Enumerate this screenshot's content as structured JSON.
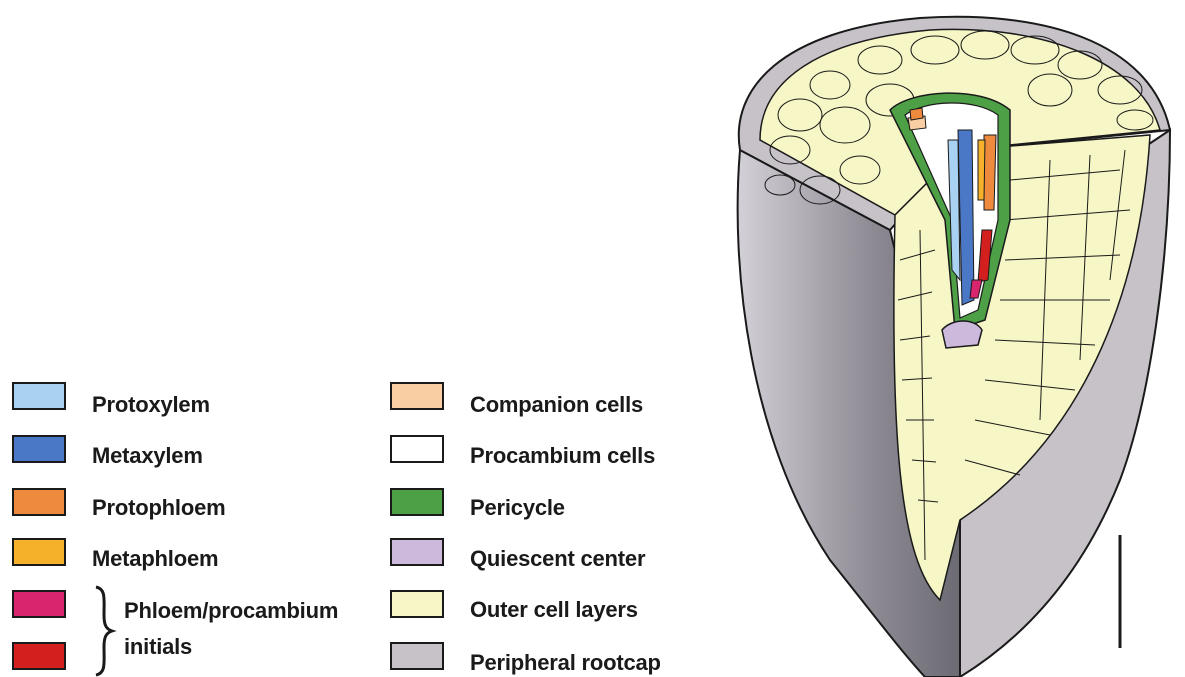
{
  "legend": {
    "left_column": [
      {
        "label": "Protoxylem",
        "color": "#a9d2f2",
        "icon": "swatch"
      },
      {
        "label": "Metaxylem",
        "color": "#4a78c6",
        "icon": "swatch"
      },
      {
        "label": "Protophloem",
        "color": "#ee8a3e",
        "icon": "swatch"
      },
      {
        "label": "Metaphloem",
        "color": "#f6b12b",
        "icon": "swatch"
      }
    ],
    "initials_group": {
      "label_line1": "Phloem/procambium",
      "label_line2": "initials",
      "colors": [
        "#d8256e",
        "#d41f1f"
      ]
    },
    "right_column": [
      {
        "label": "Companion cells",
        "color": "#f8cea2"
      },
      {
        "label": "Procambium cells",
        "color": "#ffffff"
      },
      {
        "label": "Pericycle",
        "color": "#4ea046"
      },
      {
        "label": "Quiescent center",
        "color": "#cdb9dc"
      },
      {
        "label": "Outer cell layers",
        "color": "#f6f6c6"
      },
      {
        "label": "Peripheral rootcap",
        "color": "#c6c2c8"
      }
    ]
  },
  "diagram": {
    "colors": {
      "rootcap_light": "#c6c2c8",
      "rootcap_dark": "#7a7880",
      "outer": "#f6f6c6",
      "pericycle": "#4ea046",
      "procambium": "#ffffff",
      "protoxylem": "#a9d2f2",
      "metaxylem": "#4a78c6",
      "protophloem": "#ee8a3e",
      "metaphloem": "#f6b12b",
      "companion": "#f8cea2",
      "initial_pink": "#d8256e",
      "initial_red": "#d41f1f",
      "quiescent": "#cdb9dc"
    },
    "scale_bar_icon": "scale-bar"
  }
}
